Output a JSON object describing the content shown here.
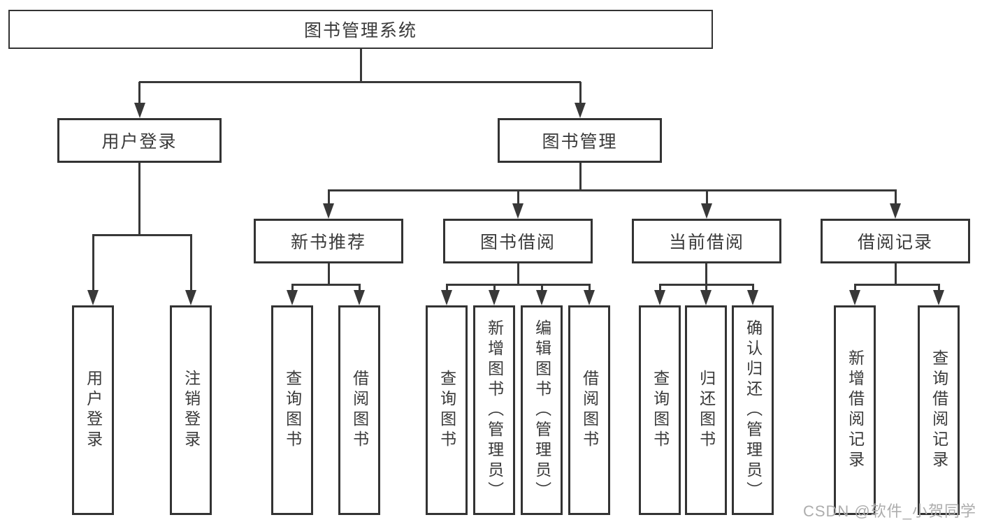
{
  "tree": {
    "root": "图书管理系统",
    "branches": [
      {
        "label": "用户登录",
        "leaves": [
          "用户登录",
          "注销登录"
        ]
      },
      {
        "label": "图书管理",
        "children": [
          {
            "label": "新书推荐",
            "leaves": [
              "查询图书",
              "借阅图书"
            ]
          },
          {
            "label": "图书借阅",
            "leaves": [
              "查询图书",
              "新增图书（管理员）",
              "编辑图书（管理员）",
              "借阅图书"
            ]
          },
          {
            "label": "当前借阅",
            "leaves": [
              "查询图书",
              "归还图书",
              "确认归还（管理员）"
            ]
          },
          {
            "label": "借阅记录",
            "leaves": [
              "新增借阅记录",
              "查询借阅记录"
            ]
          }
        ]
      }
    ]
  },
  "watermark": {
    "text": "CSDN @软件_小贺同学"
  },
  "colors": {
    "background": "#ffffff",
    "line": "#383838",
    "box_border": "#333333",
    "text": "#3a3a3a",
    "watermark": "#adadad"
  }
}
